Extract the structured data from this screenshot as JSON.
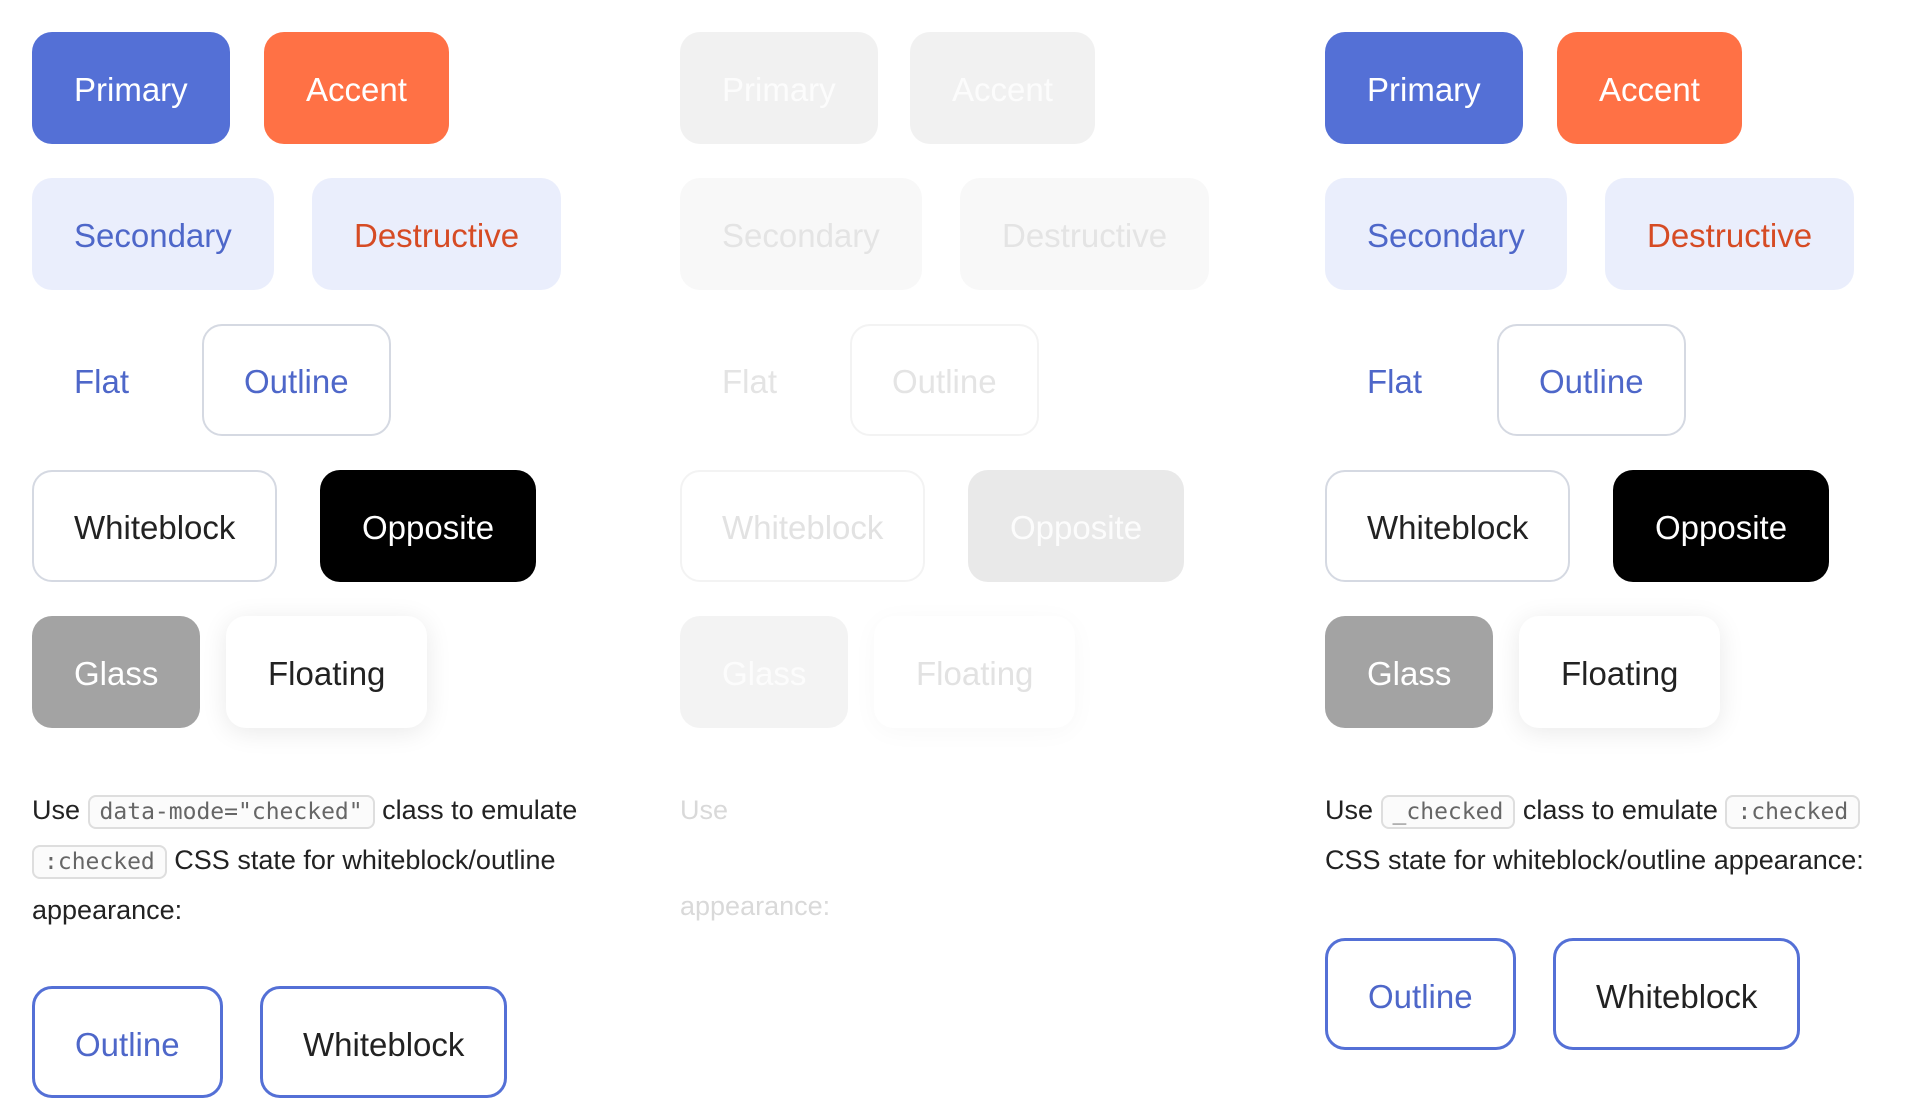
{
  "columns": [
    {
      "state": "default",
      "buttons": {
        "primary": "Primary",
        "accent": "Accent",
        "secondary": "Secondary",
        "destructive": "Destructive",
        "flat": "Flat",
        "outline": "Outline",
        "whiteblock": "Whiteblock",
        "opposite": "Opposite",
        "glass": "Glass",
        "floating": "Floating"
      },
      "description": {
        "use": "Use",
        "code1": "data-mode=\"checked\"",
        "mid": "class to emulate",
        "code2": ":checked",
        "end": "CSS state for whiteblock/outline",
        "end2": "appearance:"
      },
      "checked_buttons": {
        "outline": "Outline",
        "whiteblock": "Whiteblock"
      }
    },
    {
      "state": "disabled",
      "buttons": {
        "primary": "Primary",
        "accent": "Accent",
        "secondary": "Secondary",
        "destructive": "Destructive",
        "flat": "Flat",
        "outline": "Outline",
        "whiteblock": "Whiteblock",
        "opposite": "Opposite",
        "glass": "Glass",
        "floating": "Floating"
      },
      "description": {
        "use": "Use",
        "end2": "appearance:"
      }
    },
    {
      "state": "default",
      "buttons": {
        "primary": "Primary",
        "accent": "Accent",
        "secondary": "Secondary",
        "destructive": "Destructive",
        "flat": "Flat",
        "outline": "Outline",
        "whiteblock": "Whiteblock",
        "opposite": "Opposite",
        "glass": "Glass",
        "floating": "Floating"
      },
      "description": {
        "use": "Use",
        "code1": "_checked",
        "mid": "class to emulate",
        "code2": ":checked",
        "end": "CSS state for whiteblock/outline appearance:"
      },
      "checked_buttons": {
        "outline": "Outline",
        "whiteblock": "Whiteblock"
      }
    }
  ],
  "colors": {
    "primary": "#5470d6",
    "accent": "#ff7145",
    "secondary_bg": "#eaeefc",
    "destructive_text": "#d64b24",
    "opposite": "#000000",
    "glass": "#a3a3a3"
  }
}
